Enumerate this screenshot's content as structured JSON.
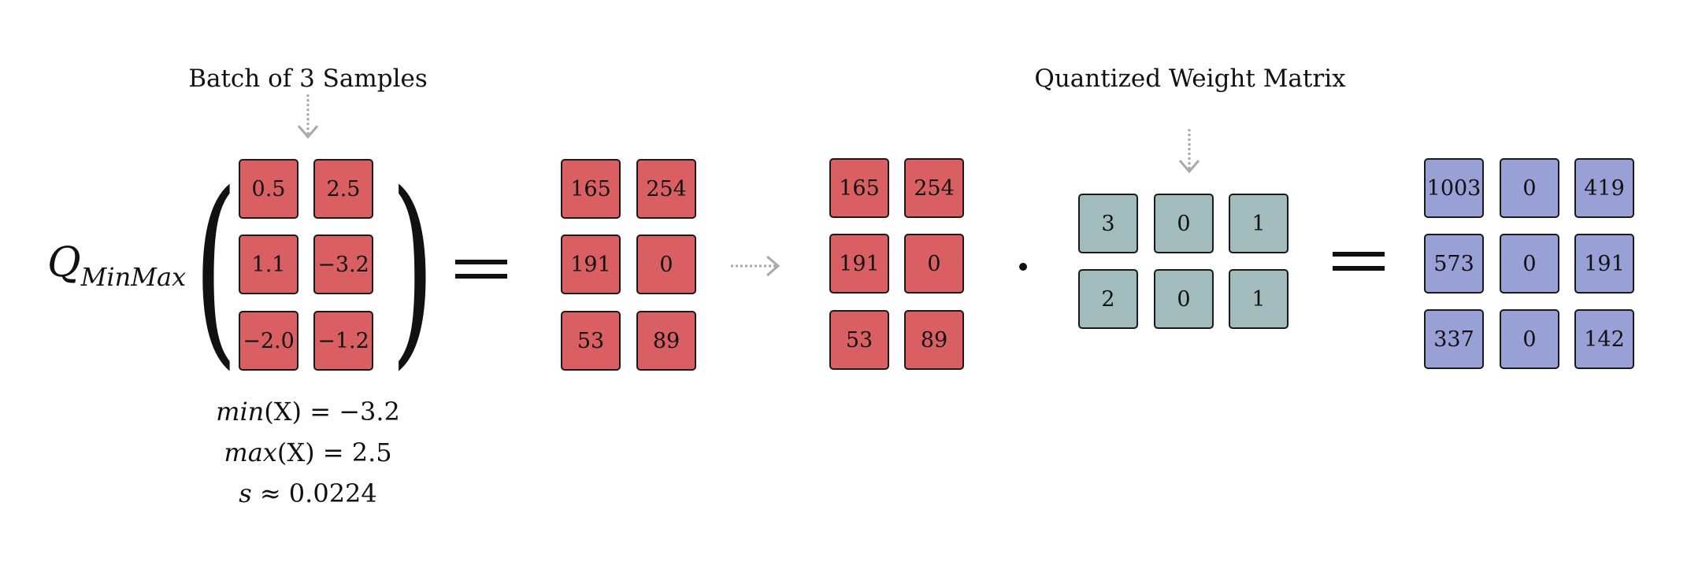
{
  "left_caption": "Batch of 3 Samples",
  "right_caption": "Quantized Weight Matrix",
  "q_symbol": "Q",
  "q_subscript": "MinMax",
  "input_matrix": [
    "0.5",
    "2.5",
    "1.1",
    "−3.2",
    "−2.0",
    "−1.2"
  ],
  "quantized_matrix": [
    "165",
    "254",
    "191",
    "0",
    "53",
    "89"
  ],
  "copied_matrix": [
    "165",
    "254",
    "191",
    "0",
    "53",
    "89"
  ],
  "weight_matrix": [
    "3",
    "0",
    "1",
    "2",
    "0",
    "1"
  ],
  "result_matrix": [
    "1003",
    "0",
    "419",
    "573",
    "0",
    "191",
    "337",
    "0",
    "142"
  ],
  "stats": {
    "min_fn": "min",
    "min_rest": "(X) = −3.2",
    "max_fn": "max",
    "max_rest": "(X) = 2.5",
    "s_var": "s",
    "s_rest": " ≈ 0.0224"
  },
  "colors": {
    "input": "#d95f63",
    "weight": "#a2bcbd",
    "result": "#98a0d5",
    "arrow": "#a8a8a8"
  }
}
